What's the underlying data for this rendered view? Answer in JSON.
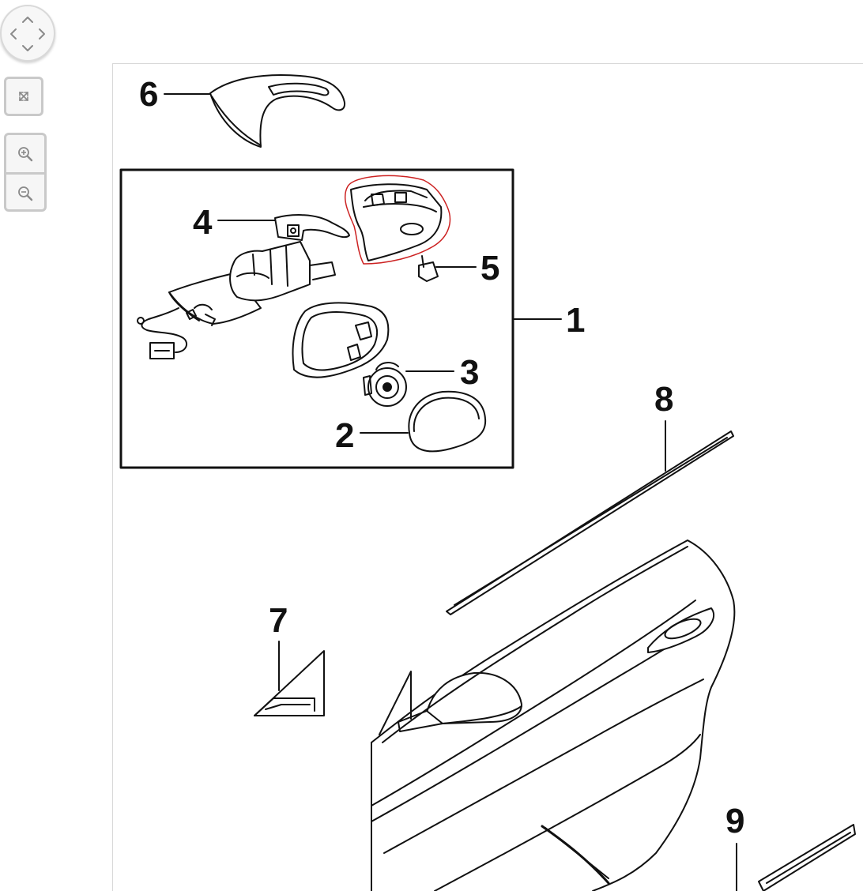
{
  "controls": {
    "pan_icon": "pan-arrows-icon",
    "fit_icon": "fit-to-screen-icon",
    "zoom_in_icon": "zoom-in-icon",
    "zoom_out_icon": "zoom-out-icon"
  },
  "diagram": {
    "callouts": {
      "c1": "1",
      "c2": "2",
      "c3": "3",
      "c4": "4",
      "c5": "5",
      "c6": "6",
      "c7": "7",
      "c8": "8",
      "c9": "9"
    },
    "highlight_color": "#cc2222"
  }
}
